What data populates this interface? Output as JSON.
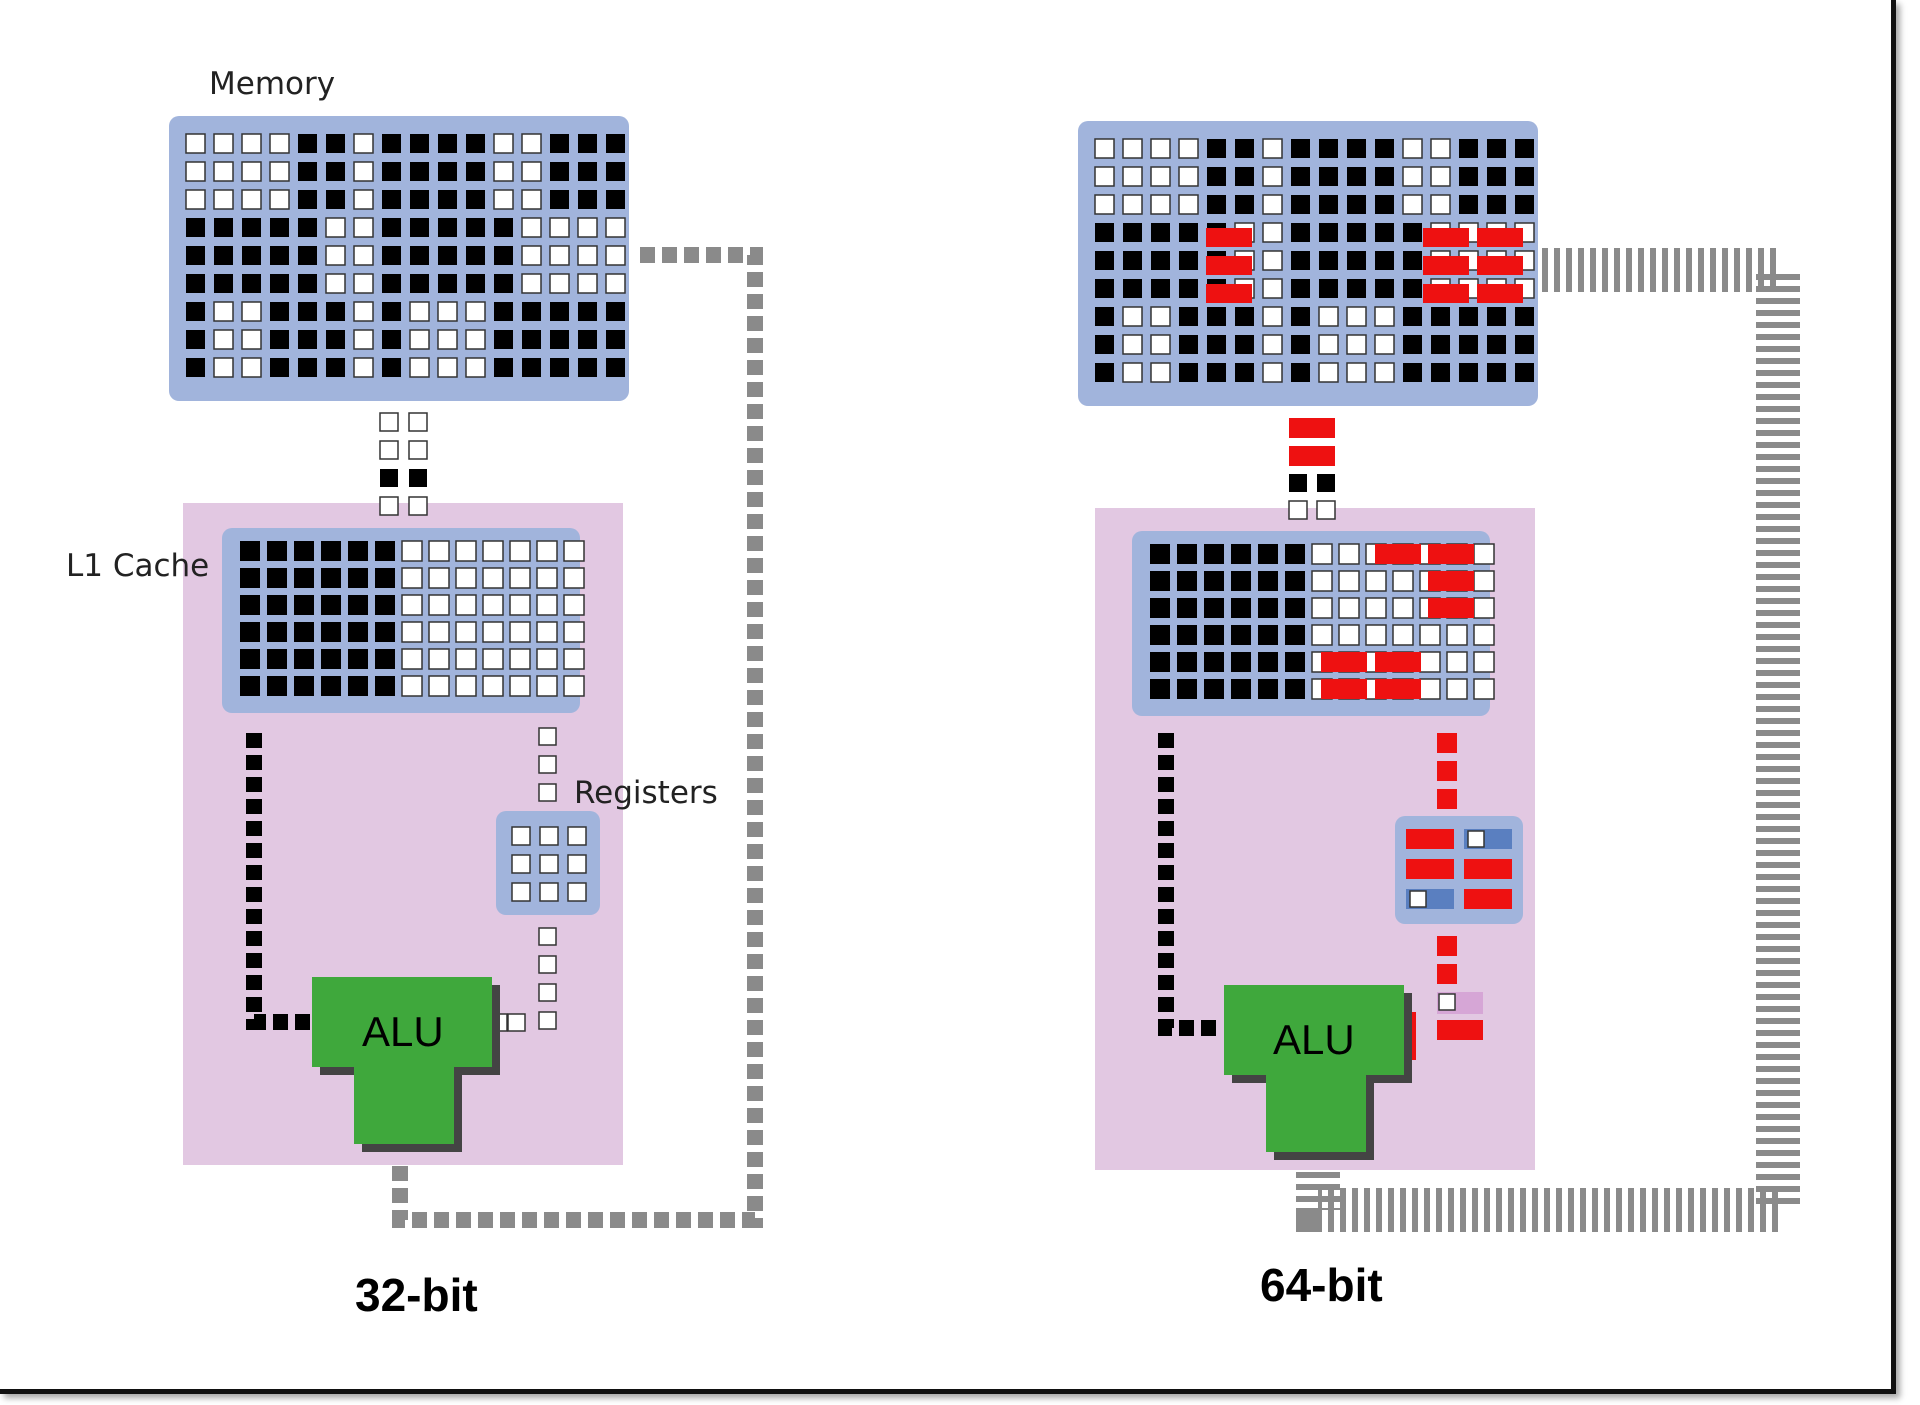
{
  "labels": {
    "memory": "Memory",
    "l1_cache": "L1 Cache",
    "registers": "Registers",
    "alu_32": "ALU",
    "alu_64": "ALU",
    "caption_32": "32-bit",
    "caption_64": "64-bit"
  },
  "colors": {
    "memory_fill": "#a1b4dc",
    "cache_region_fill": "#e2c8e2",
    "alu_fill": "#3fa83c",
    "data_bit_set": "#000000",
    "data_bit_clear": "#ffffff",
    "wide_word": "#ee1111",
    "bus": "#8a8a8a"
  }
}
